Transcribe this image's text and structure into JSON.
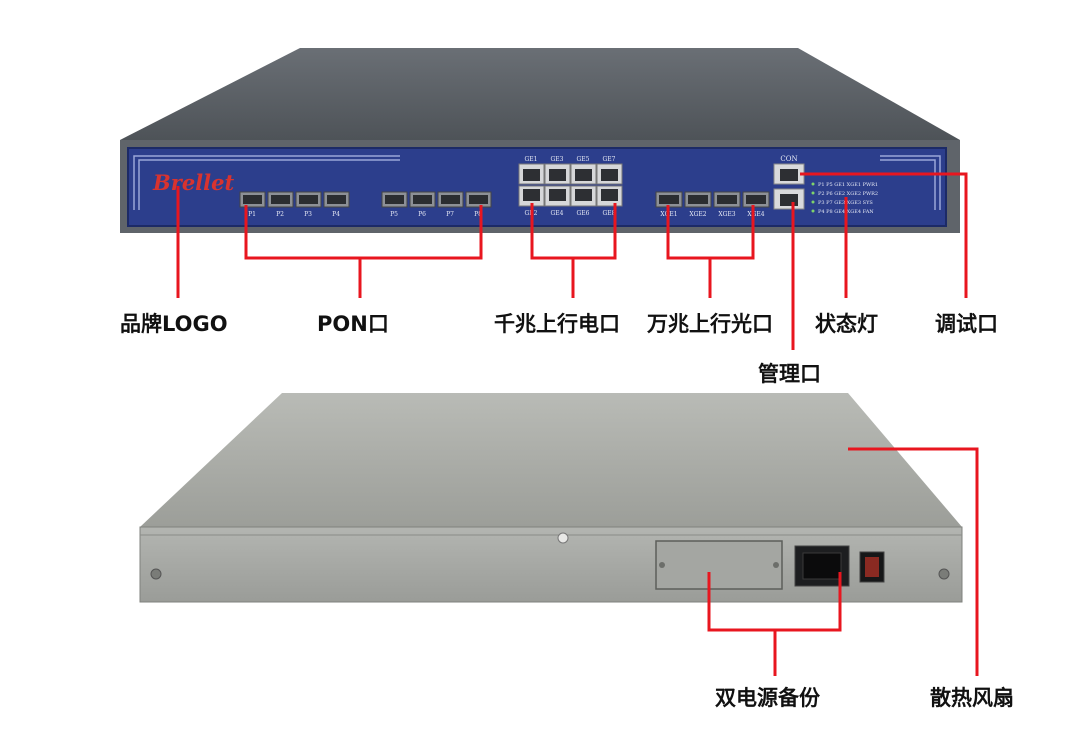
{
  "brand": "Brellet",
  "front_panel": {
    "pon_labels": [
      "P1",
      "P2",
      "P3",
      "P4",
      "P5",
      "P6",
      "P7",
      "P8"
    ],
    "ge_top_labels": [
      "GE1",
      "GE3",
      "GE5",
      "GE7"
    ],
    "ge_bottom_labels": [
      "GE2",
      "GE4",
      "GE6",
      "GE8"
    ],
    "xge_labels": [
      "XGE1",
      "XGE2",
      "XGE3",
      "XGE4"
    ],
    "console_label": "CON",
    "led_rows": [
      "P1   P5   GE1  XGE1 PWR1",
      "P2   P6   GE2  XGE2 PWR2",
      "P3   P7   GE3  XGE3 SYS",
      "P4   P8   GE4  XGE4 FAN"
    ]
  },
  "annotations": {
    "brand_logo": "品牌LOGO",
    "pon_port": "PON口",
    "gigabit_uplink": "千兆上行电口",
    "tengig_uplink": "万兆上行光口",
    "mgmt_port": "管理口",
    "status_led": "状态灯",
    "debug_port": "调试口",
    "dual_power": "双电源备份",
    "cooling_fan": "散热风扇"
  },
  "colors": {
    "callout": "#e8161f",
    "panel_blue": "#2c3e8c",
    "chassis_top": "#5b6066",
    "rear_chassis": "#a7a9a4"
  }
}
